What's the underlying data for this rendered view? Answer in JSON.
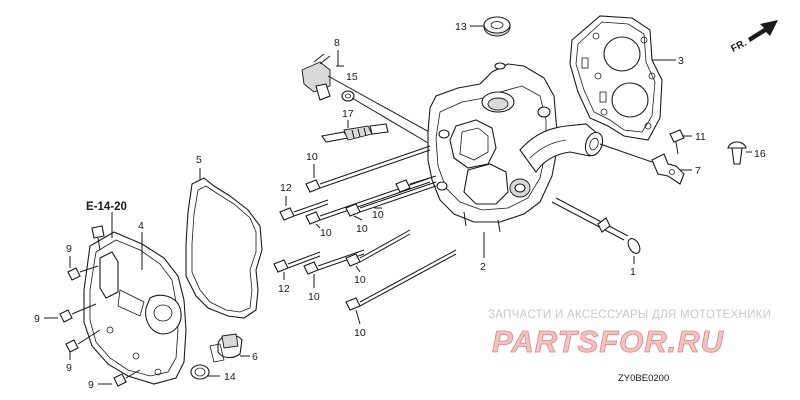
{
  "labels": {
    "n13": "13",
    "n8": "8",
    "n3": "3",
    "n15": "15",
    "n17": "17",
    "n11": "11",
    "n16": "16",
    "n7": "7",
    "n5": "5",
    "n10a": "10",
    "n12a": "12",
    "n10b": "10",
    "n10c": "10",
    "n10d": "10",
    "n9a": "9",
    "n4": "4",
    "n2": "2",
    "n1": "1",
    "n12b": "12",
    "n10e": "10",
    "n10f": "10",
    "n10g": "10",
    "n9b": "9",
    "n9c": "9",
    "n9d": "9",
    "n6": "6",
    "n14": "14"
  },
  "reference": "E-14-20",
  "direction": "FR.",
  "watermark": {
    "line1": "ЗАПЧАСТИ И АКСЕССУАРЫ ДЛЯ МОТОТЕХНИКИ",
    "line2": "PARTSFOR.RU"
  },
  "diagram_code": "ZY0BE0200",
  "colors": {
    "ink": "#1a1a1a",
    "watermark_red": "#d98585",
    "watermark_grey": "#c9c9c9"
  }
}
